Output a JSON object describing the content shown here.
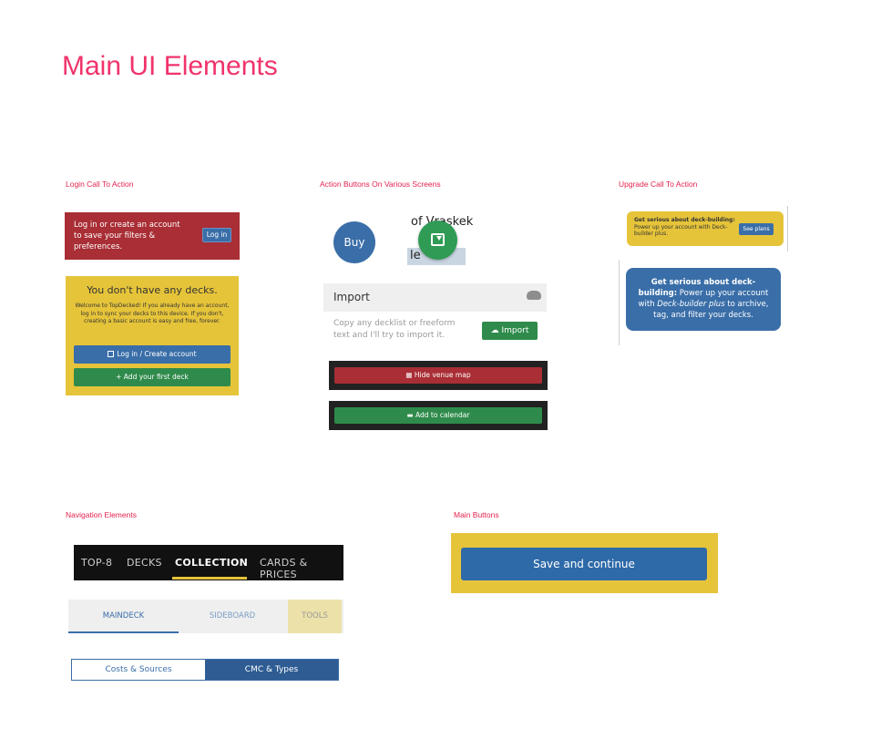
{
  "page": {
    "title": "Main UI Elements"
  },
  "sections": {
    "login": "Login Call To Action",
    "action_buttons": "Action Buttons On Various Screens",
    "upgrade": "Upgrade Call To Action",
    "navigation": "Navigation Elements",
    "main_buttons": "Main Buttons"
  },
  "login_cta": {
    "text": "Log in or create an account to save your filters & preferences.",
    "button": "Log in"
  },
  "no_decks": {
    "title": "You don't have any decks.",
    "body": "Welcome to TopDecked! If you already have an account, log in to sync your decks to this device. If you don't, creating a basic account is easy and free, forever.",
    "login_button": "Log in / Create account",
    "add_button": "+ Add your first deck"
  },
  "action": {
    "buy_label": "Buy",
    "fragment_top": "of Vraskek",
    "fragment_bottom": "le",
    "import_title": "Import",
    "import_body": "Copy any decklist or freeform text and I'll try to import it.",
    "import_button": "Import",
    "hide_map": "Hide venue map",
    "add_calendar": "Add to calendar"
  },
  "upgrade": {
    "small_bold": "Get serious about deck-building:",
    "small_text": " Power up your account with Deck-builder plus.",
    "small_button": "See plans",
    "large_bold": "Get serious about deck-building:",
    "large_text1": " Power up your account with ",
    "large_italic": "Deck-builder plus",
    "large_text2": " to archive, tag, and filter your decks."
  },
  "nav": {
    "top_items": [
      "TOP-8",
      "DECKS",
      "COLLECTION",
      "CARDS & PRICES"
    ],
    "active_top": "COLLECTION",
    "sub_tabs": [
      "MAINDECK",
      "SIDEBOARD",
      "TOOLS"
    ],
    "segments": [
      "Costs & Sources",
      "CMC & Types"
    ]
  },
  "main_button": {
    "label": "Save and continue"
  },
  "colors": {
    "title_pink": "#f0336b",
    "red": "#a92e35",
    "yellow": "#e6c43a",
    "blue": "#3a6ea8",
    "green": "#2f8b4b"
  }
}
